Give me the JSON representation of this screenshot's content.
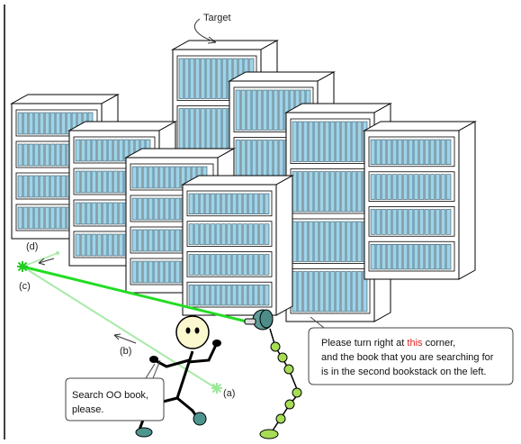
{
  "labels": {
    "target": "Target",
    "a": "(a)",
    "b": "(b)",
    "c": "(c)",
    "d": "(d)"
  },
  "user_bubble": {
    "line1": "Search OO book,",
    "line2": "please."
  },
  "robot_bubble": {
    "line1_before": "Please turn right at ",
    "line1_highlight": "this",
    "line1_after": " corner,",
    "line2": "and the book that you are searching for",
    "line3": "is in the second bookstack on the left."
  },
  "colors": {
    "book": "#9fd3e8",
    "shelf_side": "#ffffff",
    "laser": "#22dd22",
    "laser_faint": "#9ae89a",
    "robot_joint": "#a6dd55",
    "robot_head": "#5c9c98",
    "person_head": "#fbf7cf",
    "person_foot": "#4e9590",
    "highlight": "#e02020"
  }
}
